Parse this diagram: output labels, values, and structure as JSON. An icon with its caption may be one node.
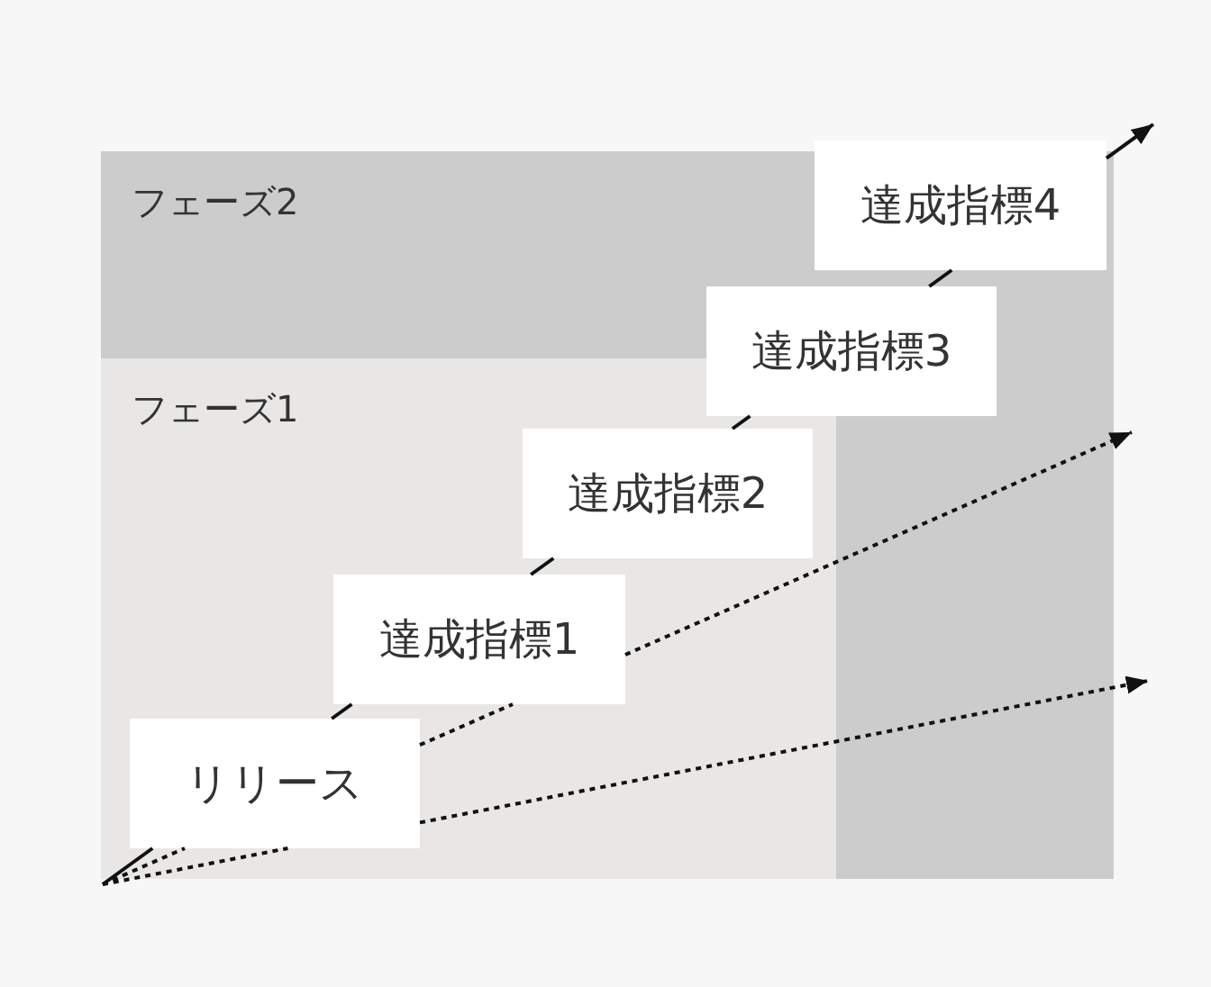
{
  "diagram": {
    "nodes": [
      {
        "text": [
          "フェーズ2"
        ]
      },
      {
        "text": [
          "フェーズ1"
        ],
        "in": 0
      },
      {
        "text": [
          "リリース"
        ],
        "in": 1
      },
      {
        "text": [
          "達成指標1"
        ],
        "in": 1
      },
      {
        "text": [
          "達成指標2"
        ],
        "in": 1
      },
      {
        "text": [
          "達成指標3"
        ],
        "in": 0
      },
      {
        "text": [
          "達成指標4"
        ]
      }
    ],
    "edges": [
      {
        "from": null,
        "to": 2,
        "arrow": "none"
      },
      {
        "from": 2,
        "to": 3,
        "arrow": "none"
      },
      {
        "from": 3,
        "to": 4,
        "arrow": "none"
      },
      {
        "from": 4,
        "to": 5,
        "arrow": "none"
      },
      {
        "from": 5,
        "to": 6,
        "arrow": "none"
      },
      {
        "from": 6,
        "to": null,
        "arrow": "to"
      },
      {
        "from": null,
        "to": 2,
        "arrow": "none",
        "style": "dashed"
      },
      {
        "from": 2,
        "to": 3,
        "arrow": "none",
        "style": "dashed"
      },
      {
        "from": 3,
        "to": null,
        "arrow": "to",
        "style": "dashed"
      },
      {
        "from": null,
        "to": 2,
        "arrow": "none",
        "style": "dashed"
      },
      {
        "from": 2,
        "to": null,
        "arrow": "to",
        "style": "dashed"
      }
    ]
  }
}
